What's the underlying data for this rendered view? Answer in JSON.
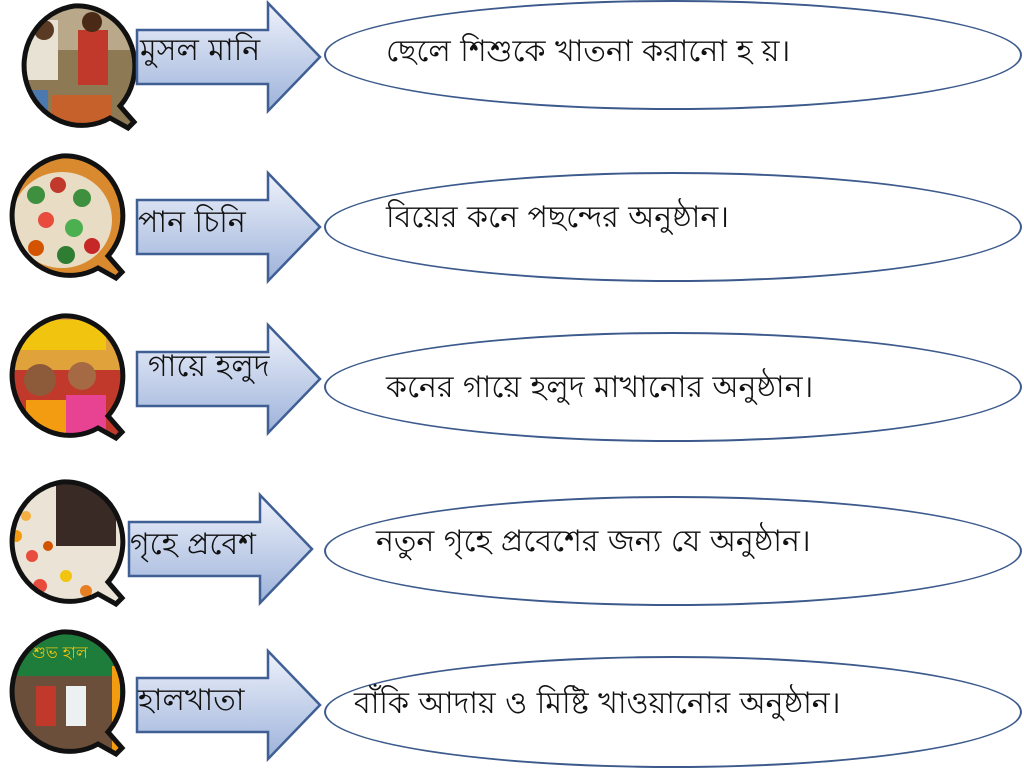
{
  "colors": {
    "arrow_fill_top": "#e6ecf8",
    "arrow_fill_bottom": "#9fb4dc",
    "arrow_stroke": "#3f5f95",
    "oval_stroke": "#3c5a8c",
    "photo_frame": "#111111"
  },
  "rows": [
    {
      "term": "মুসল মানি",
      "description": "ছেলে শিশুকে খাতনা করানো হ য়।",
      "photo_icon": "circumcision-ceremony-photo"
    },
    {
      "term": "পান চিনি",
      "description": "বিয়ের কনে পছন্দের অনুষ্ঠান।",
      "photo_icon": "paan-chini-tray-photo"
    },
    {
      "term": "গায়ে হলুদ",
      "description": "কনের গায়ে হলুদ মাখানোর অনুষ্ঠান।",
      "photo_icon": "gaye-holud-bride-photo"
    },
    {
      "term": "গৃহে প্রবেশ",
      "description": "নতুন গৃহে প্রবেশের জন্য যে অনুষ্ঠান।",
      "photo_icon": "house-entry-flowers-photo"
    },
    {
      "term": "হালখাতা",
      "description": "বাঁকি আদায় ও মিষ্টি খাওয়ানোর অনুষ্ঠান।",
      "photo_icon": "halkhata-shop-photo"
    }
  ],
  "photo_banner_text": "শুভ হাল"
}
